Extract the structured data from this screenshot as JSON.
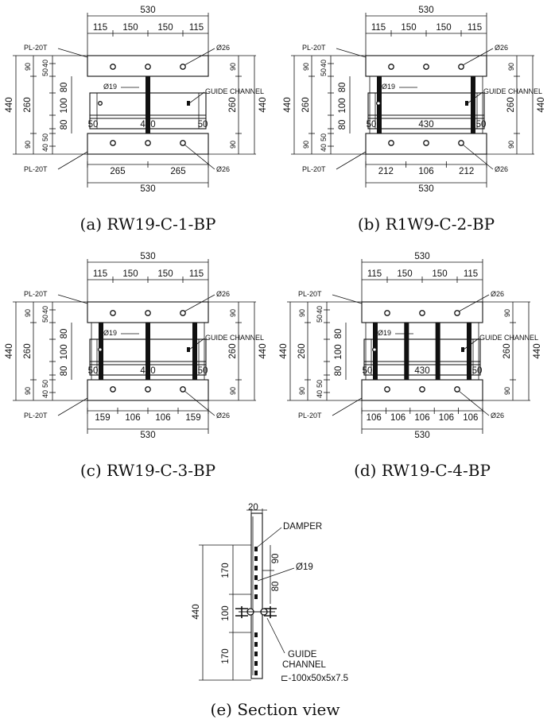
{
  "labels": {
    "plate": "PL-20T",
    "hole_large": "Ø26",
    "hole_small": "Ø19",
    "guide_channel": "GUIDE CHANNEL",
    "damper": "DAMPER",
    "guide": "GUIDE",
    "channel": "CHANNEL",
    "channel_spec": "⊏-100x50x5x7.5"
  },
  "dims": {
    "width": "530",
    "height": "440",
    "bolt_spacing": [
      "115",
      "150",
      "150",
      "115"
    ],
    "left_v": [
      "90",
      "40",
      "50",
      "260",
      "80",
      "100",
      "80",
      "90",
      "50",
      "40"
    ],
    "right_v": [
      "90",
      "260",
      "90"
    ],
    "inner_end": "50"
  },
  "panels": [
    {
      "caption": "(a) RW19-C-1-BP",
      "inner": "430",
      "bottom": [
        "265",
        "265"
      ]
    },
    {
      "caption": "(b) R1W9-C-2-BP",
      "inner": "430",
      "bottom": [
        "212",
        "106",
        "212"
      ]
    },
    {
      "caption": "(c) RW19-C-3-BP",
      "inner": "430",
      "bottom": [
        "159",
        "106",
        "106",
        "159"
      ]
    },
    {
      "caption": "(d) RW19-C-4-BP",
      "inner": "430",
      "bottom": [
        "106",
        "106",
        "106",
        "106",
        "106"
      ]
    }
  ],
  "section": {
    "caption": "(e) Section view",
    "top": "20",
    "left": [
      "440",
      "170",
      "100",
      "170"
    ],
    "inner": [
      "90",
      "80"
    ]
  }
}
